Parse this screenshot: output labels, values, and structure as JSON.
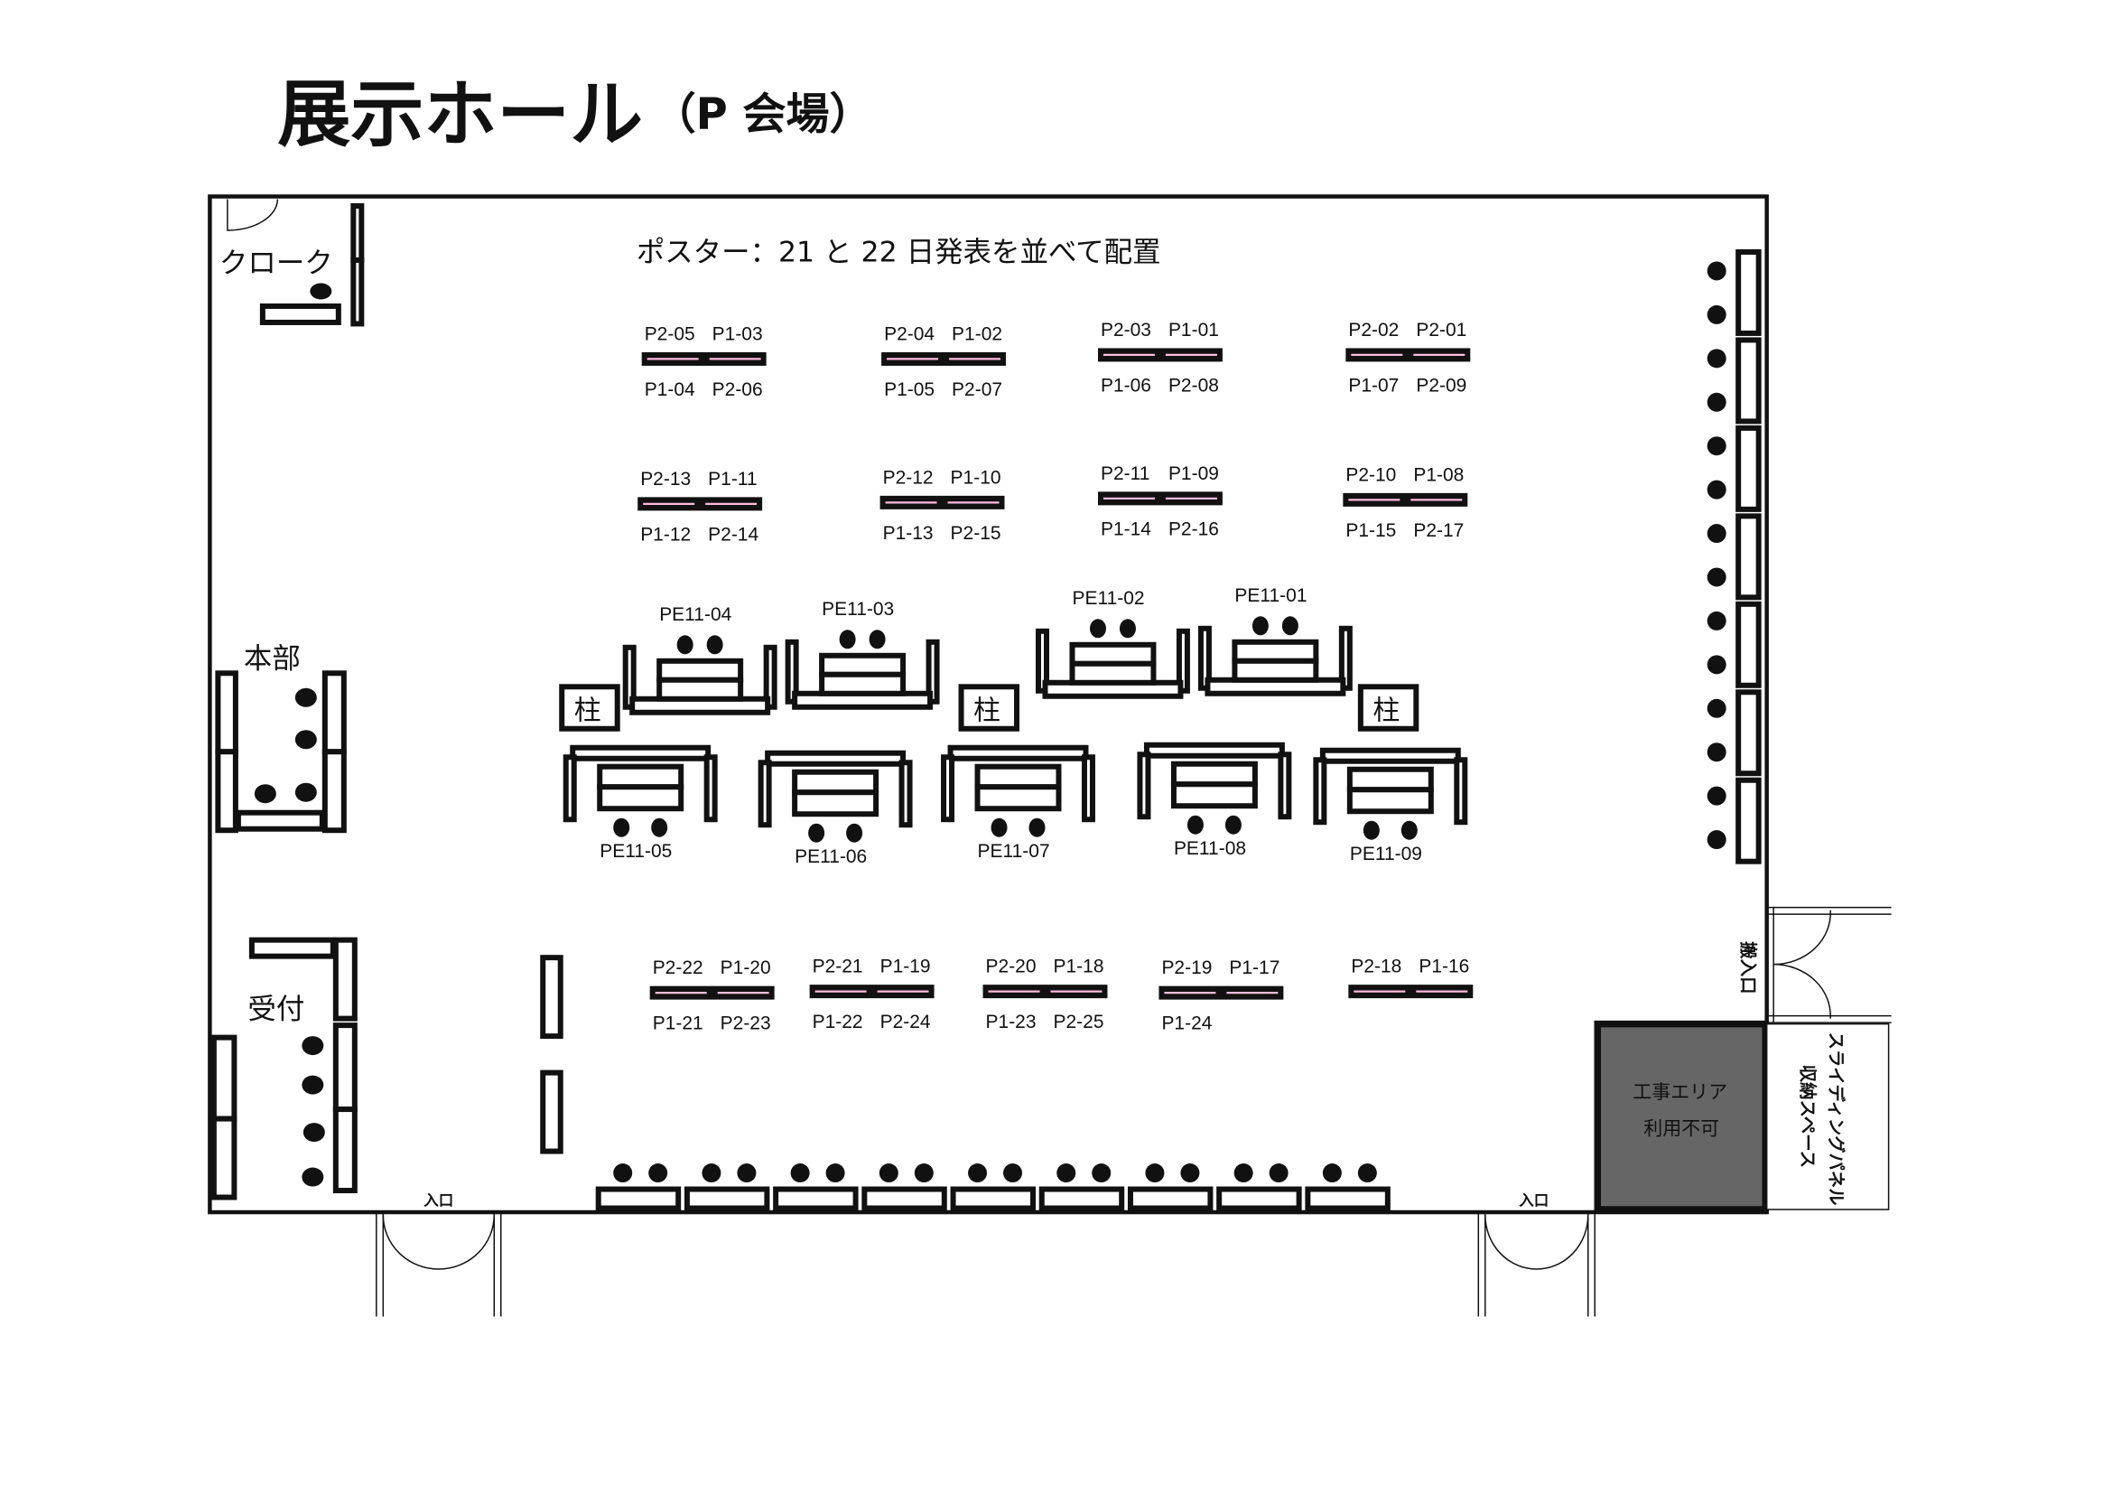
{
  "title": {
    "main": "展示ホール",
    "sub": "（P 会場）"
  },
  "note": "ポスター：21 と 22 日発表を並べて配置",
  "areas": {
    "cloak": "クローク",
    "hq": "本部",
    "reception": "受付",
    "pillar": "柱",
    "entrance": "入口",
    "loading_entrance": "搬入口",
    "construction_line1": "工事エリア",
    "construction_line2": "利用不可",
    "storage_line1": "スライディングパネル",
    "storage_line2": "収納スペース"
  },
  "poster_boards": [
    {
      "top": [
        "P2-05",
        "P1-03"
      ],
      "bottom": [
        "P1-04",
        "P2-06"
      ]
    },
    {
      "top": [
        "P2-04",
        "P1-02"
      ],
      "bottom": [
        "P1-05",
        "P2-07"
      ]
    },
    {
      "top": [
        "P2-03",
        "P1-01"
      ],
      "bottom": [
        "P1-06",
        "P2-08"
      ]
    },
    {
      "top": [
        "P2-02",
        "P2-01"
      ],
      "bottom": [
        "P1-07",
        "P2-09"
      ]
    },
    {
      "top": [
        "P2-13",
        "P1-11"
      ],
      "bottom": [
        "P1-12",
        "P2-14"
      ]
    },
    {
      "top": [
        "P2-12",
        "P1-10"
      ],
      "bottom": [
        "P1-13",
        "P2-15"
      ]
    },
    {
      "top": [
        "P2-11",
        "P1-09"
      ],
      "bottom": [
        "P1-14",
        "P2-16"
      ]
    },
    {
      "top": [
        "P2-10",
        "P1-08"
      ],
      "bottom": [
        "P1-15",
        "P2-17"
      ]
    },
    {
      "top": [
        "P2-22",
        "P1-20"
      ],
      "bottom": [
        "P1-21",
        "P2-23"
      ]
    },
    {
      "top": [
        "P2-21",
        "P1-19"
      ],
      "bottom": [
        "P1-22",
        "P2-24"
      ]
    },
    {
      "top": [
        "P2-20",
        "P1-18"
      ],
      "bottom": [
        "P1-23",
        "P2-25"
      ]
    },
    {
      "top": [
        "P2-19",
        "P1-17"
      ],
      "bottom": [
        "P1-24",
        ""
      ]
    },
    {
      "top": [
        "P2-18",
        "P1-16"
      ],
      "bottom": [
        "",
        ""
      ]
    }
  ],
  "booths": [
    "PE11-04",
    "PE11-03",
    "PE11-02",
    "PE11-01",
    "PE11-05",
    "PE11-06",
    "PE11-07",
    "PE11-08",
    "PE11-09"
  ]
}
